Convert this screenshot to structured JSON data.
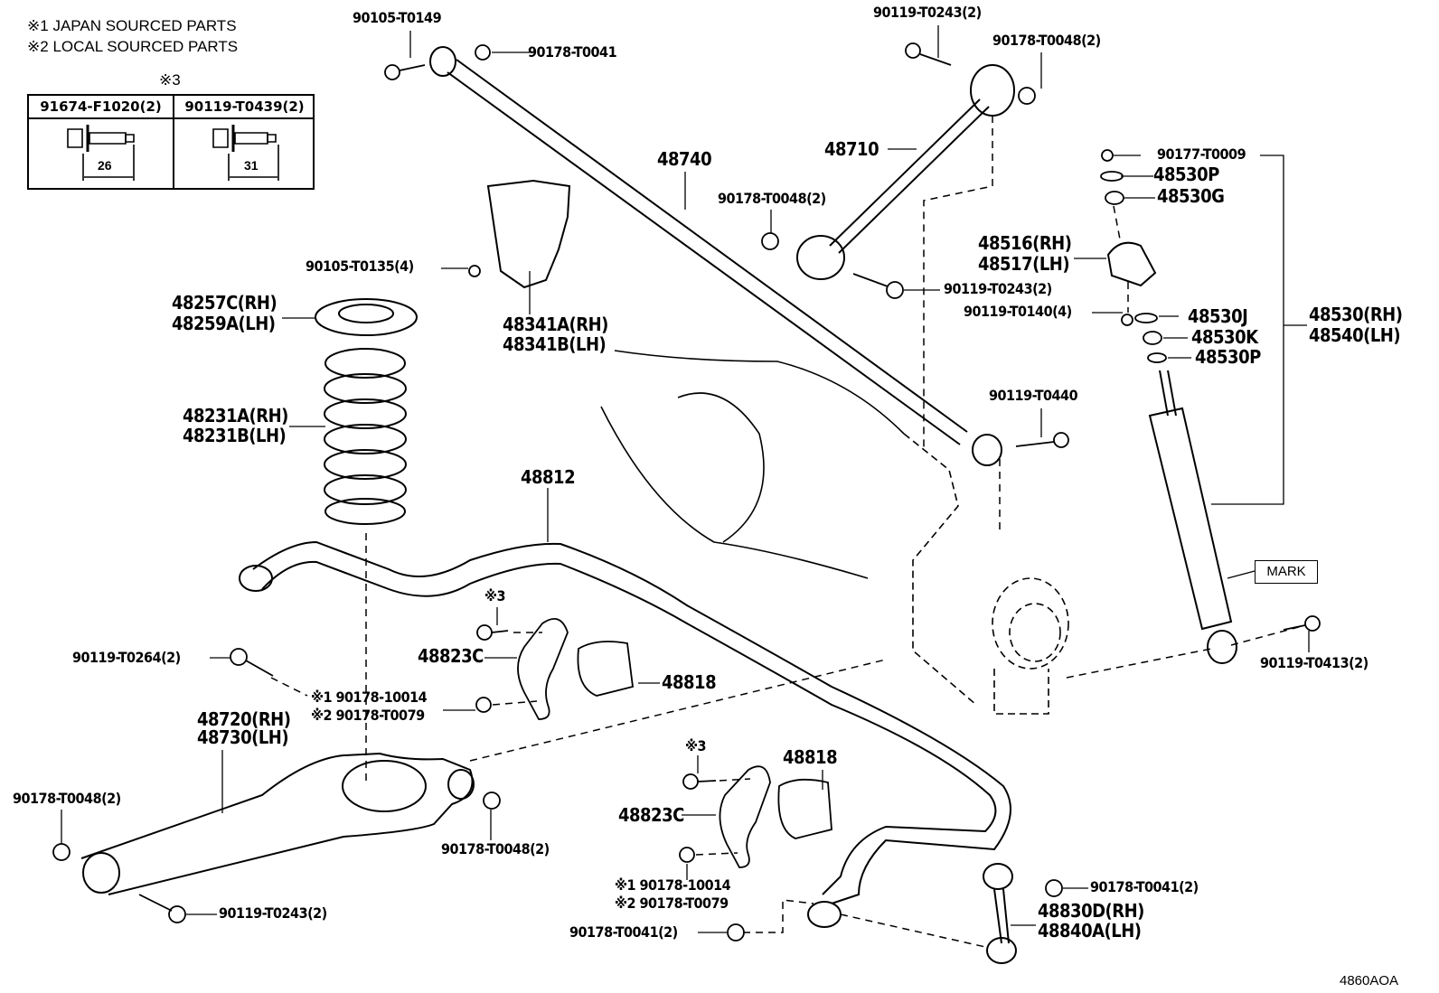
{
  "diagram_title": "Rear Suspension Exploded Parts Diagram",
  "drawing_code": "4860AOA",
  "notes": [
    {
      "marker": "※1",
      "text": "JAPAN SOURCED PARTS"
    },
    {
      "marker": "※2",
      "text": "LOCAL SOURCED PARTS"
    }
  ],
  "bolt_table": {
    "marker": "※3",
    "columns": [
      {
        "part": "91674-F1020(2)",
        "dimension": "26"
      },
      {
        "part": "90119-T0439(2)",
        "dimension": "31"
      }
    ]
  },
  "mark_callout": "MARK",
  "parts": {
    "p90105_T0149": "90105-T0149",
    "p90178_T0041_top": "90178-T0041",
    "p90119_T0243_top": "90119-T0243(2)",
    "p90178_T0048_top": "90178-T0048(2)",
    "p48740": "48740",
    "p48710": "48710",
    "p90178_T0048_mid": "90178-T0048(2)",
    "p90177_T0009": "90177-T0009",
    "p48530P_top": "48530P",
    "p48530G": "48530G",
    "p48516": "48516(RH)",
    "p48517": "48517(LH)",
    "p90119_T0243_mid": "90119-T0243(2)",
    "p90119_T0140": "90119-T0140(4)",
    "p48530J": "48530J",
    "p48530K": "48530K",
    "p48530P_bot": "48530P",
    "p48530RH": "48530(RH)",
    "p48540LH": "48540(LH)",
    "p90105_T0135": "90105-T0135(4)",
    "p48257C": "48257C(RH)",
    "p48259A": "48259A(LH)",
    "p48341A": "48341A(RH)",
    "p48341B": "48341B(LH)",
    "p48231A": "48231A(RH)",
    "p48231B": "48231B(LH)",
    "p90119_T0440": "90119-T0440",
    "p48812": "48812",
    "p90119_T0413": "90119-T0413(2)",
    "p90119_T0264": "90119-T0264(2)",
    "note3_a": "※3",
    "p48823C_a": "48823C",
    "p48818_a": "48818",
    "p1_90178_10014_a": "※1 90178-10014",
    "p2_90178_T0079_a": "※2 90178-T0079",
    "p48720": "48720(RH)",
    "p48730": "48730(LH)",
    "p90178_T0048_left": "90178-T0048(2)",
    "p90178_T0048_right": "90178-T0048(2)",
    "p90119_T0243_bot": "90119-T0243(2)",
    "note3_b": "※3",
    "p48823C_b": "48823C",
    "p48818_b": "48818",
    "p1_90178_10014_b": "※1 90178-10014",
    "p2_90178_T0079_b": "※2 90178-T0079",
    "p90178_T0041_botleft": "90178-T0041(2)",
    "p90178_T0041_botright": "90178-T0041(2)",
    "p48830D": "48830D(RH)",
    "p48840A": "48840A(LH)"
  }
}
